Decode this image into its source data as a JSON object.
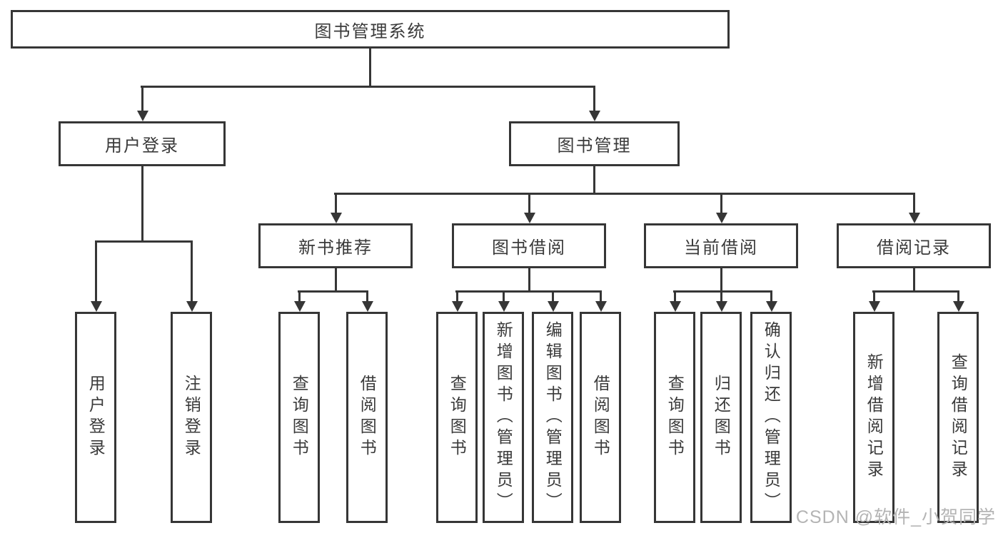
{
  "watermark": "CSDN @软件_小贺同学",
  "colors": {
    "stroke": "#363636",
    "text": "#3a3a3a",
    "watermark": "#b4b4b4",
    "background": "#ffffff"
  },
  "tree": {
    "label": "图书管理系统",
    "children": [
      {
        "label": "用户登录",
        "children": [
          {
            "label": "用户登录"
          },
          {
            "label": "注销登录"
          }
        ]
      },
      {
        "label": "图书管理",
        "children": [
          {
            "label": "新书推荐",
            "children": [
              {
                "label": "查询图书"
              },
              {
                "label": "借阅图书"
              }
            ]
          },
          {
            "label": "图书借阅",
            "children": [
              {
                "label": "查询图书"
              },
              {
                "label": "新增图书（管理员）"
              },
              {
                "label": "编辑图书（管理员）"
              },
              {
                "label": "借阅图书"
              }
            ]
          },
          {
            "label": "当前借阅",
            "children": [
              {
                "label": "查询图书"
              },
              {
                "label": "归还图书"
              },
              {
                "label": "确认归还（管理员）"
              }
            ]
          },
          {
            "label": "借阅记录",
            "children": [
              {
                "label": "新增借阅记录"
              },
              {
                "label": "查询借阅记录"
              }
            ]
          }
        ]
      }
    ]
  }
}
